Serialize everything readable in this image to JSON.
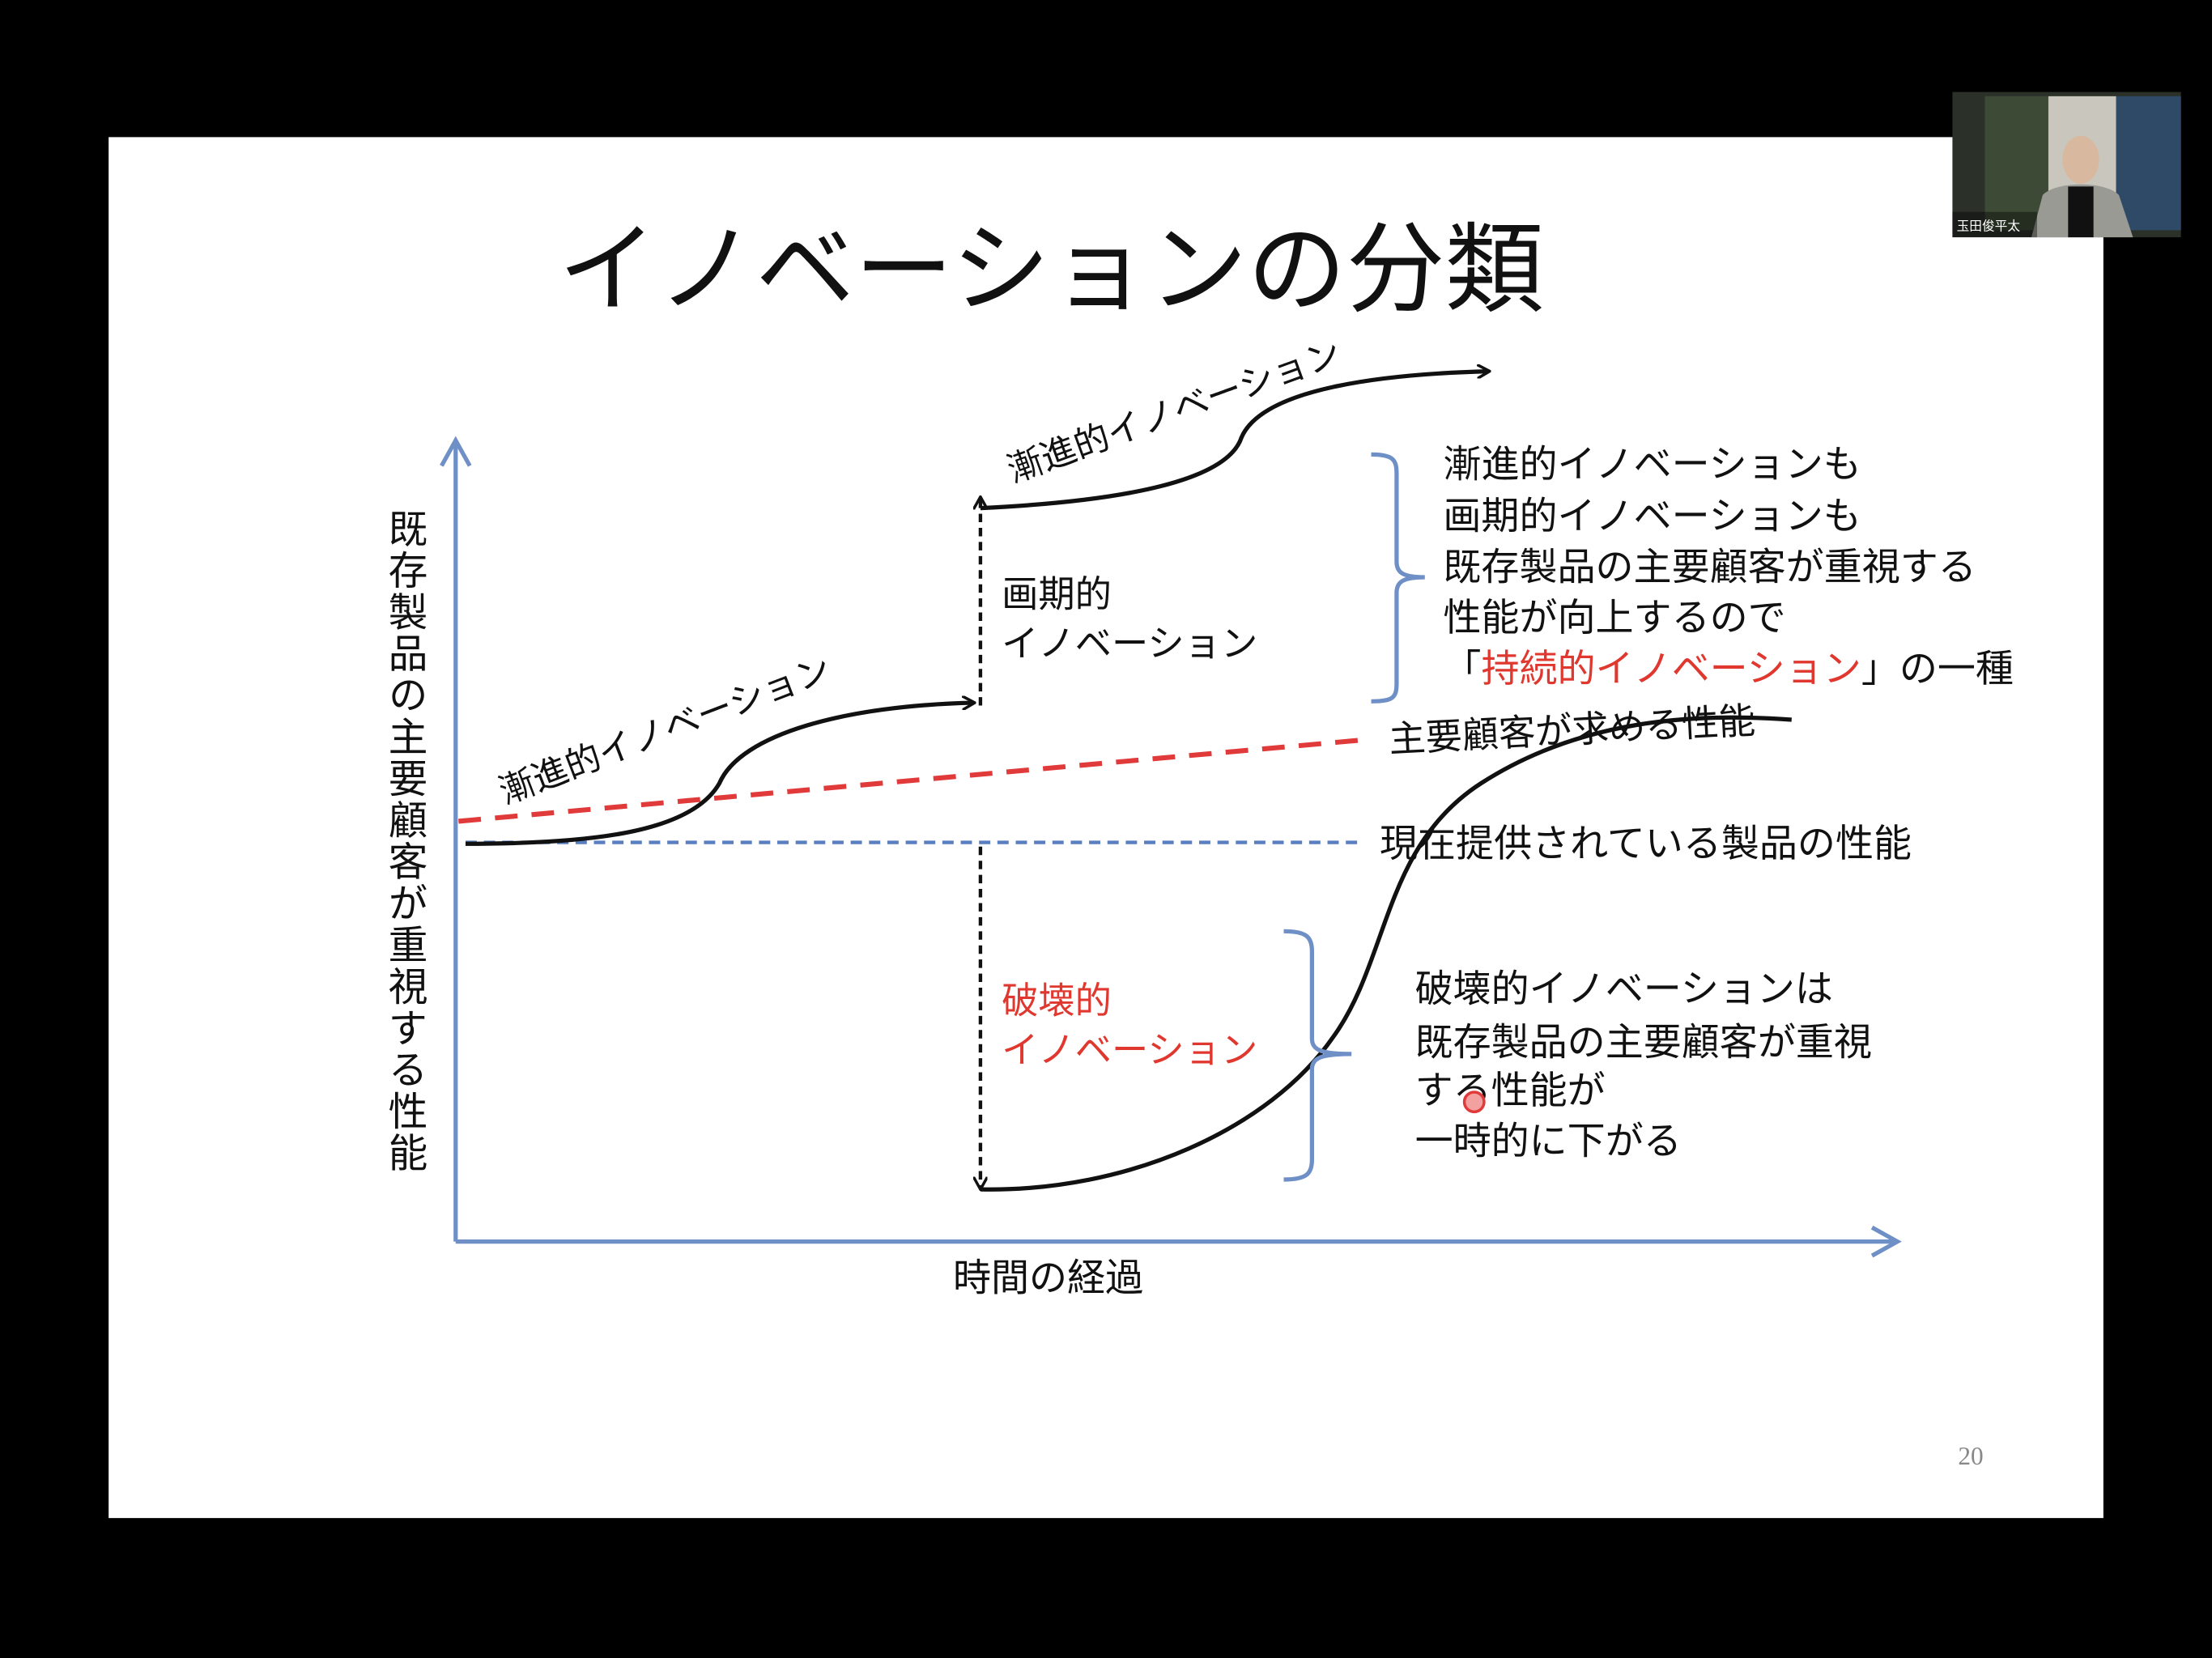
{
  "slide": {
    "title": "イノベーションの分類",
    "page_number": "20",
    "y_axis_label": "既存製品の主要顧客が重視する性能",
    "x_axis_label": "時間の経過",
    "incremental_lower": "漸進的イノベーション",
    "incremental_upper": "漸進的イノベーション",
    "breakthrough": [
      "画期的",
      "イノベーション"
    ],
    "disruptive": [
      "破壊的",
      "イノベーション"
    ],
    "sustaining_note": {
      "lines": [
        "漸進的イノベーションも",
        "画期的イノベーションも",
        "既存製品の主要顧客が重視する",
        "性能が向上するので"
      ],
      "last_open": "「",
      "last_highlight": "持続的イノベーション",
      "last_close": "」の一種"
    },
    "customer_demand_label": "主要顧客が求める性能",
    "current_performance_label": "現在提供されている製品の性能",
    "disruptive_note": [
      "破壊的イノベーションは",
      "既存製品の主要顧客が重視",
      "する性能が",
      "一時的に下がる"
    ]
  },
  "video": {
    "participant_name": "玉田俊平太"
  },
  "colors": {
    "axis": "#6f8fc7",
    "highlight": "#e0372f",
    "demand_line": "#e03a3a",
    "current_line": "#5a7fc0"
  }
}
